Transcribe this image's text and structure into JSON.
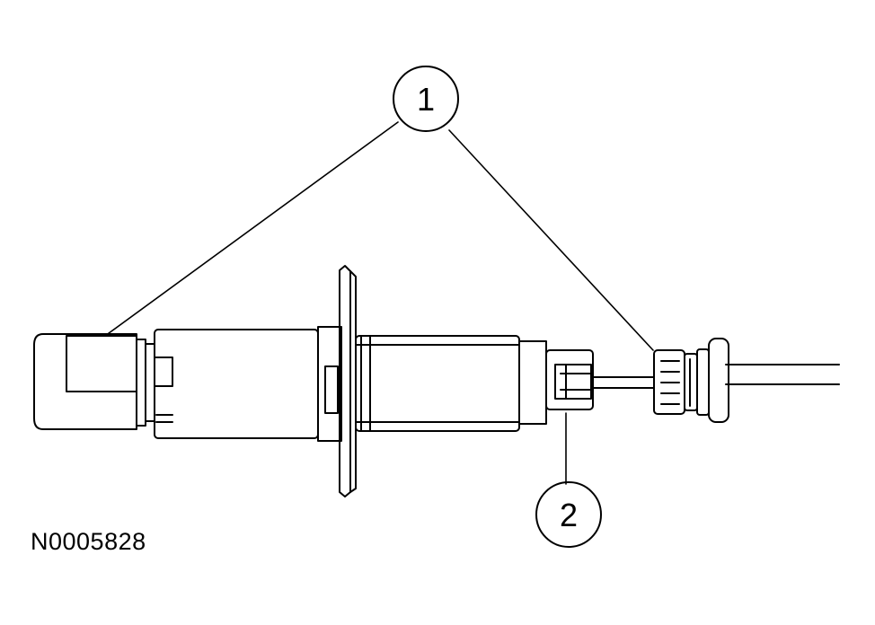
{
  "figure": {
    "reference_code": "N0005828",
    "callouts": [
      {
        "number": "1"
      },
      {
        "number": "2"
      }
    ],
    "colors": {
      "line": "#000000",
      "background": "#ffffff"
    }
  }
}
